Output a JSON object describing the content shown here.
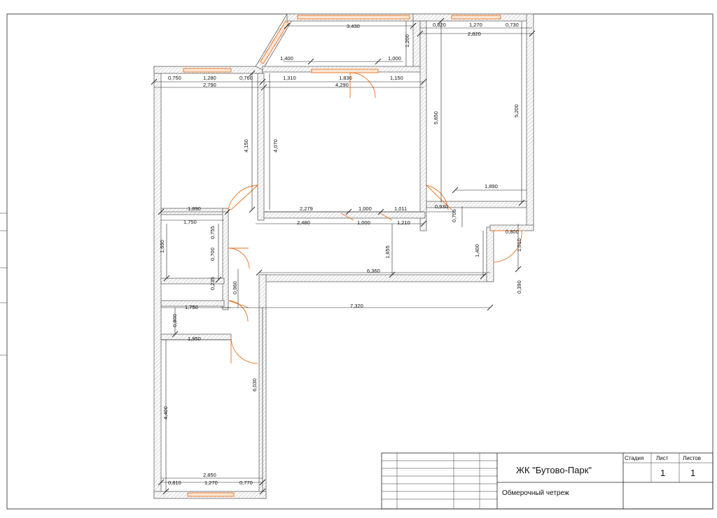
{
  "dimensions": {
    "top_bay": [
      "3,430",
      "1,200",
      "1,400",
      "1,000"
    ],
    "top_right": [
      "0,820",
      "1,270",
      "0,730",
      "2,820"
    ],
    "left_room": [
      "0,750",
      "1,280",
      "0,760",
      "2,790",
      "4,150"
    ],
    "center_room": [
      "1,310",
      "1,830",
      "1,150",
      "4,290",
      "4,070"
    ],
    "right_room": [
      "5,650",
      "5,200",
      "1,890"
    ],
    "corridor_top": [
      "1,890",
      "1,750",
      "2,279",
      "1,000",
      "1,011",
      "2,480",
      "1,000",
      "1,210",
      "0,930",
      "0,705"
    ],
    "bath": [
      "1,690",
      "0,755",
      "0,700",
      "0,235",
      "0,960"
    ],
    "hall": [
      "1,655",
      "6,360",
      "7,320",
      "1,400",
      "0,800",
      "1,010",
      "0,390"
    ],
    "lower": [
      "1,750",
      "0,800",
      "1,950",
      "6,030",
      "4,400"
    ],
    "bottom_room": [
      "2,850",
      "0,810",
      "1,270",
      "0,770"
    ]
  },
  "title_block": {
    "project": "ЖК \"Бутово-Парк\"",
    "drawing": "Обмерочный четреж",
    "stage_label": "Стадия",
    "sheet_label": "Лист",
    "sheets_label": "Листов",
    "sheet_value": "1",
    "sheets_value": "1"
  },
  "colors": {
    "openings": "#e8701f",
    "walls": "#666666"
  }
}
